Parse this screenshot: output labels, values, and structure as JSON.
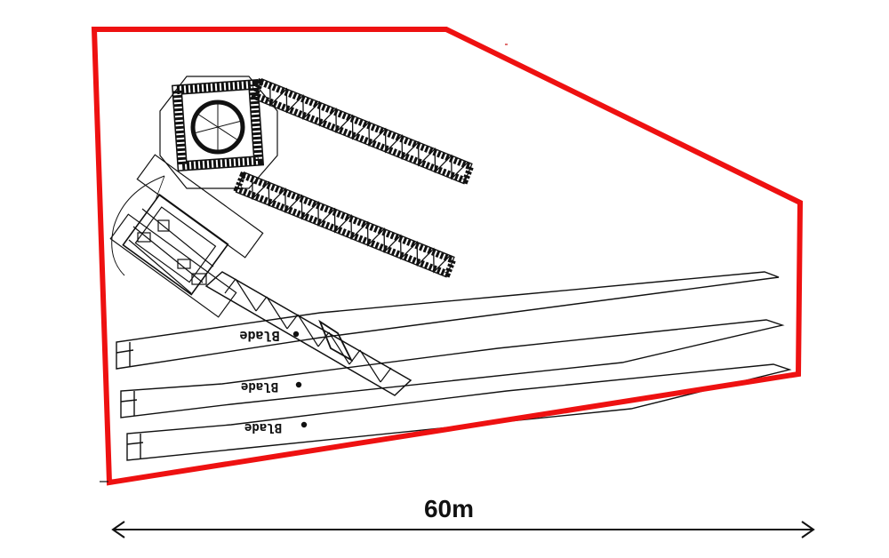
{
  "site_layout": {
    "boundary_color": "#ee1111",
    "line_color": "#111111",
    "dimension_label": "60m",
    "blades": [
      {
        "label": "Blade"
      },
      {
        "label": "Blade"
      },
      {
        "label": "Blade"
      }
    ]
  }
}
